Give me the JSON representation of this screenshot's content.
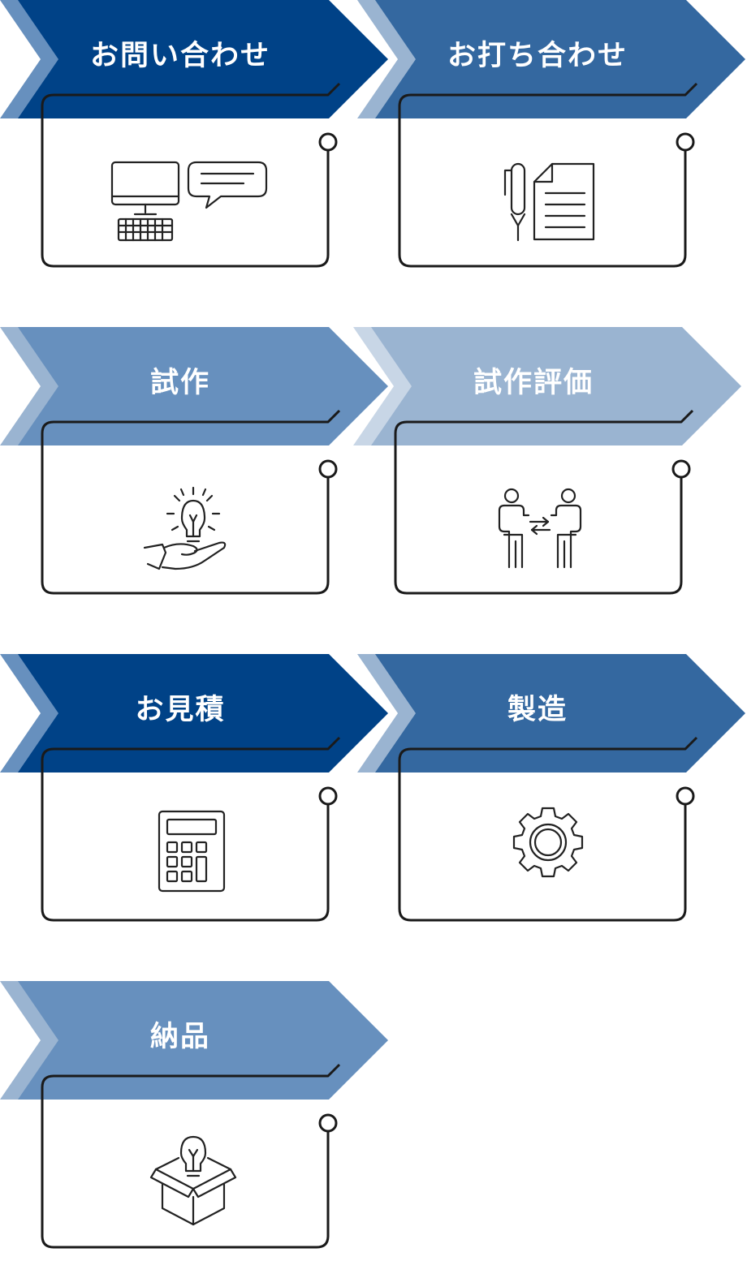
{
  "colors": {
    "dark": "#004287",
    "mid": "#3468A0",
    "light": "#6790BE",
    "pale": "#9AB4D1",
    "outline": "#1a1a1a"
  },
  "steps": [
    {
      "label": "お問い合わせ",
      "shade": "dark",
      "icon": "computer-chat-icon"
    },
    {
      "label": "お打ち合わせ",
      "shade": "mid",
      "icon": "pen-document-icon"
    },
    {
      "label": "試作",
      "shade": "light",
      "icon": "hand-lightbulb-icon"
    },
    {
      "label": "試作評価",
      "shade": "pale",
      "icon": "people-exchange-icon"
    },
    {
      "label": "お見積",
      "shade": "dark",
      "icon": "calculator-icon"
    },
    {
      "label": "製造",
      "shade": "mid",
      "icon": "gear-icon"
    },
    {
      "label": "納品",
      "shade": "light",
      "icon": "box-lightbulb-icon"
    }
  ]
}
